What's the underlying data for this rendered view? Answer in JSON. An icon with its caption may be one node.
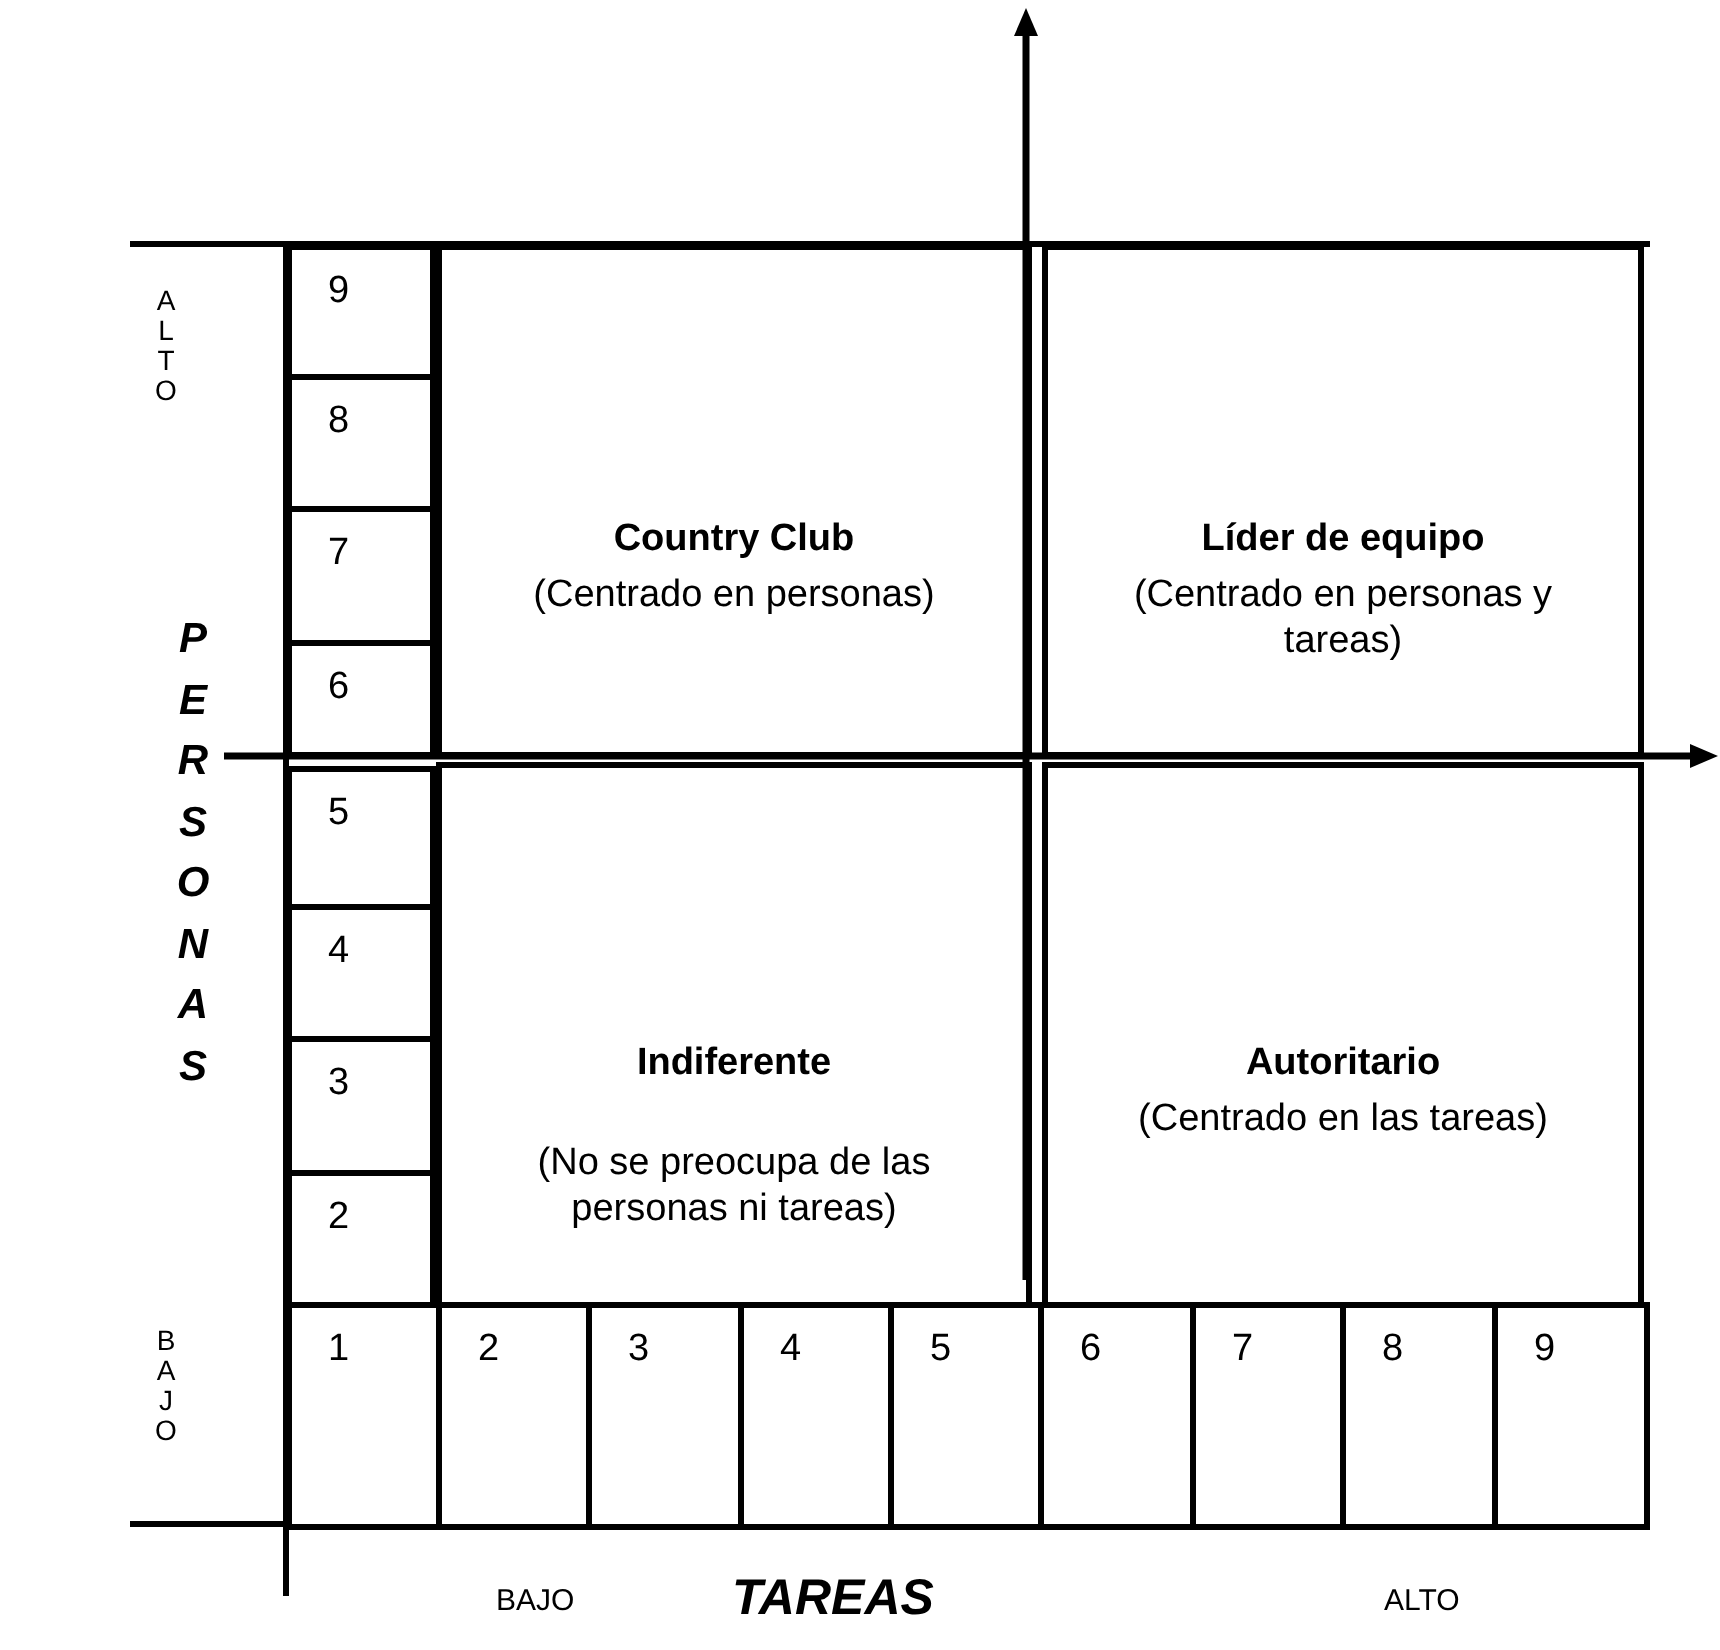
{
  "diagram": {
    "nodes": [
      {
        "text": [
          "Country Club",
          "(Centrado en personas)"
        ]
      },
      {
        "text": [
          "Líder de equipo",
          "(Centrado en personas y tareas)"
        ]
      },
      {
        "text": [
          "Indiferente",
          "(No se preocupa de las personas ni tareas)"
        ]
      },
      {
        "text": [
          "Autoritario",
          "(Centrado en las tareas)"
        ]
      }
    ],
    "labels": [
      "ALTO",
      "9",
      "8",
      "7",
      "PERSONAS",
      "6",
      "5",
      "4",
      "3",
      "2",
      "BAJO",
      "1",
      "2",
      "3",
      "4",
      "5",
      "6",
      "7",
      "8",
      "9",
      "BAJO",
      "TAREAS",
      "ALTO"
    ]
  }
}
